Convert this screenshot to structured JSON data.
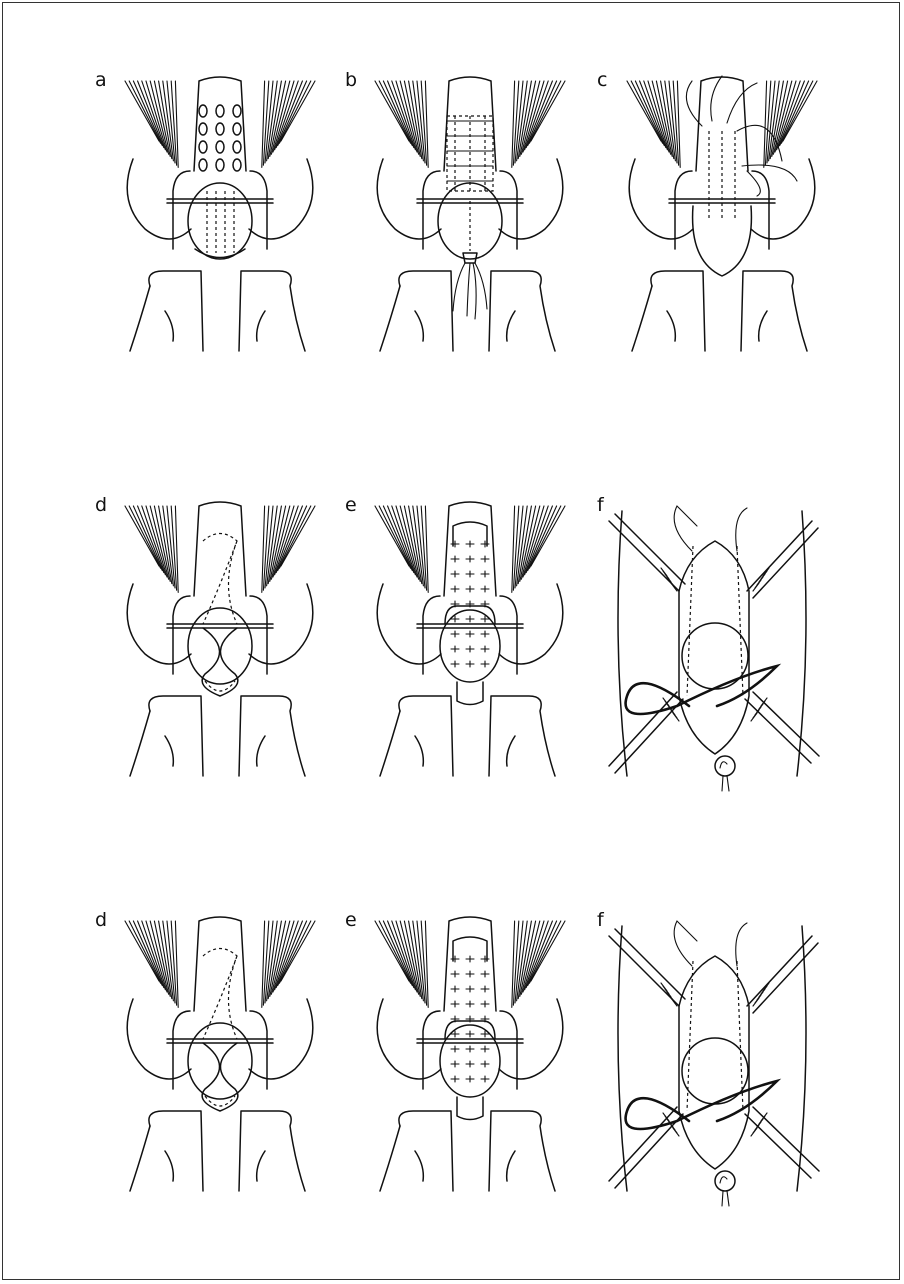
{
  "panels": [
    {
      "label": "a",
      "kind": "knee",
      "variant": "a"
    },
    {
      "label": "b",
      "kind": "knee",
      "variant": "b"
    },
    {
      "label": "c",
      "kind": "knee",
      "variant": "c"
    },
    {
      "label": "d",
      "kind": "knee",
      "variant": "d"
    },
    {
      "label": "e",
      "kind": "knee",
      "variant": "e"
    },
    {
      "label": "f",
      "kind": "retractor",
      "variant": "f"
    },
    {
      "label": "d",
      "kind": "knee",
      "variant": "d"
    },
    {
      "label": "e",
      "kind": "knee",
      "variant": "e"
    },
    {
      "label": "f",
      "kind": "retractor",
      "variant": "f"
    }
  ],
  "colors": {
    "line": "#111111",
    "background": "#ffffff",
    "border": "#333333"
  }
}
